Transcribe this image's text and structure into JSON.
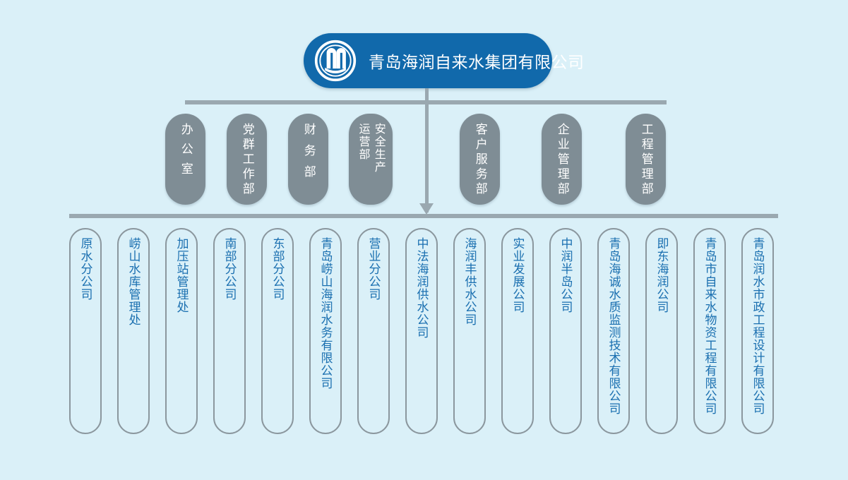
{
  "colors": {
    "background": "#daf0f8",
    "brand_blue": "#1169ab",
    "department_gray": "#7f8d95",
    "connector_gray": "#9aa8b0",
    "subsidiary_border": "#8b979e",
    "subsidiary_text": "#1a6fb0",
    "department_text": "#ffffff"
  },
  "root": {
    "title": "青岛海润自来水集团有限公司",
    "logo_icon": "company-circular-emblem-icon"
  },
  "departments": [
    {
      "lines": [
        "办公室"
      ]
    },
    {
      "lines": [
        "党群工作部"
      ]
    },
    {
      "lines": [
        "财务部"
      ]
    },
    {
      "lines": [
        "安全生产",
        "运营部"
      ]
    },
    {
      "lines": [
        "客户服务部"
      ]
    },
    {
      "lines": [
        "企业管理部"
      ]
    },
    {
      "lines": [
        "工程管理部"
      ]
    }
  ],
  "subsidiaries": [
    {
      "label": "原水分公司"
    },
    {
      "label": "崂山水库管理处"
    },
    {
      "label": "加压站管理处"
    },
    {
      "label": "南部分公司"
    },
    {
      "label": "东部分公司"
    },
    {
      "label": "青岛崂山海润水务有限公司"
    },
    {
      "label": "营业分公司"
    },
    {
      "label": "中法海润供水公司"
    },
    {
      "label": "海润丰供水公司"
    },
    {
      "label": "实业发展公司"
    },
    {
      "label": "中润半岛公司"
    },
    {
      "label": "青岛海诚水质监测技术有限公司"
    },
    {
      "label": "即东海润公司"
    },
    {
      "label": "青岛市自来水物资工程有限公司"
    },
    {
      "label": "青岛润水市政工程设计有限公司"
    }
  ]
}
